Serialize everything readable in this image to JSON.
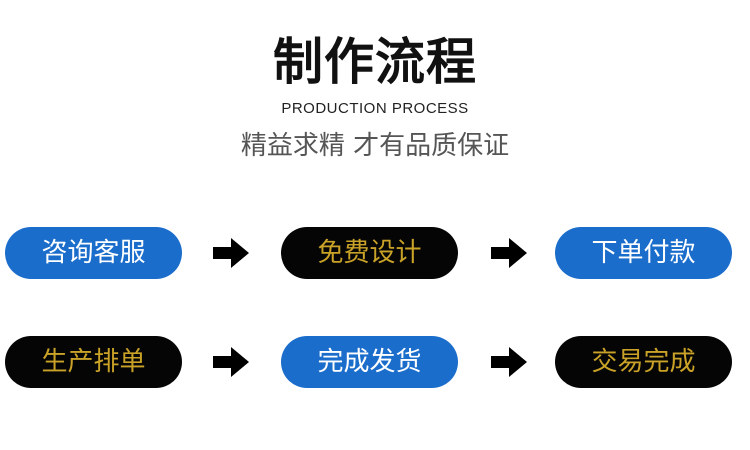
{
  "header": {
    "title": "制作流程",
    "subtitle": "PRODUCTION PROCESS",
    "slogan": "精益求精  才有品质保证"
  },
  "steps": [
    {
      "label": "咨询客服",
      "style": "blue"
    },
    {
      "label": "免费设计",
      "style": "black"
    },
    {
      "label": "下单付款",
      "style": "blue"
    },
    {
      "label": "生产排单",
      "style": "black"
    },
    {
      "label": "完成发货",
      "style": "blue"
    },
    {
      "label": "交易完成",
      "style": "black"
    }
  ],
  "colors": {
    "blue_pill": "#1b6dcc",
    "black_pill": "#050505",
    "blue_text": "#ffffff",
    "black_text": "#c9a227",
    "arrow": "#000000"
  },
  "icons": {
    "connector": "arrow-right-icon"
  }
}
